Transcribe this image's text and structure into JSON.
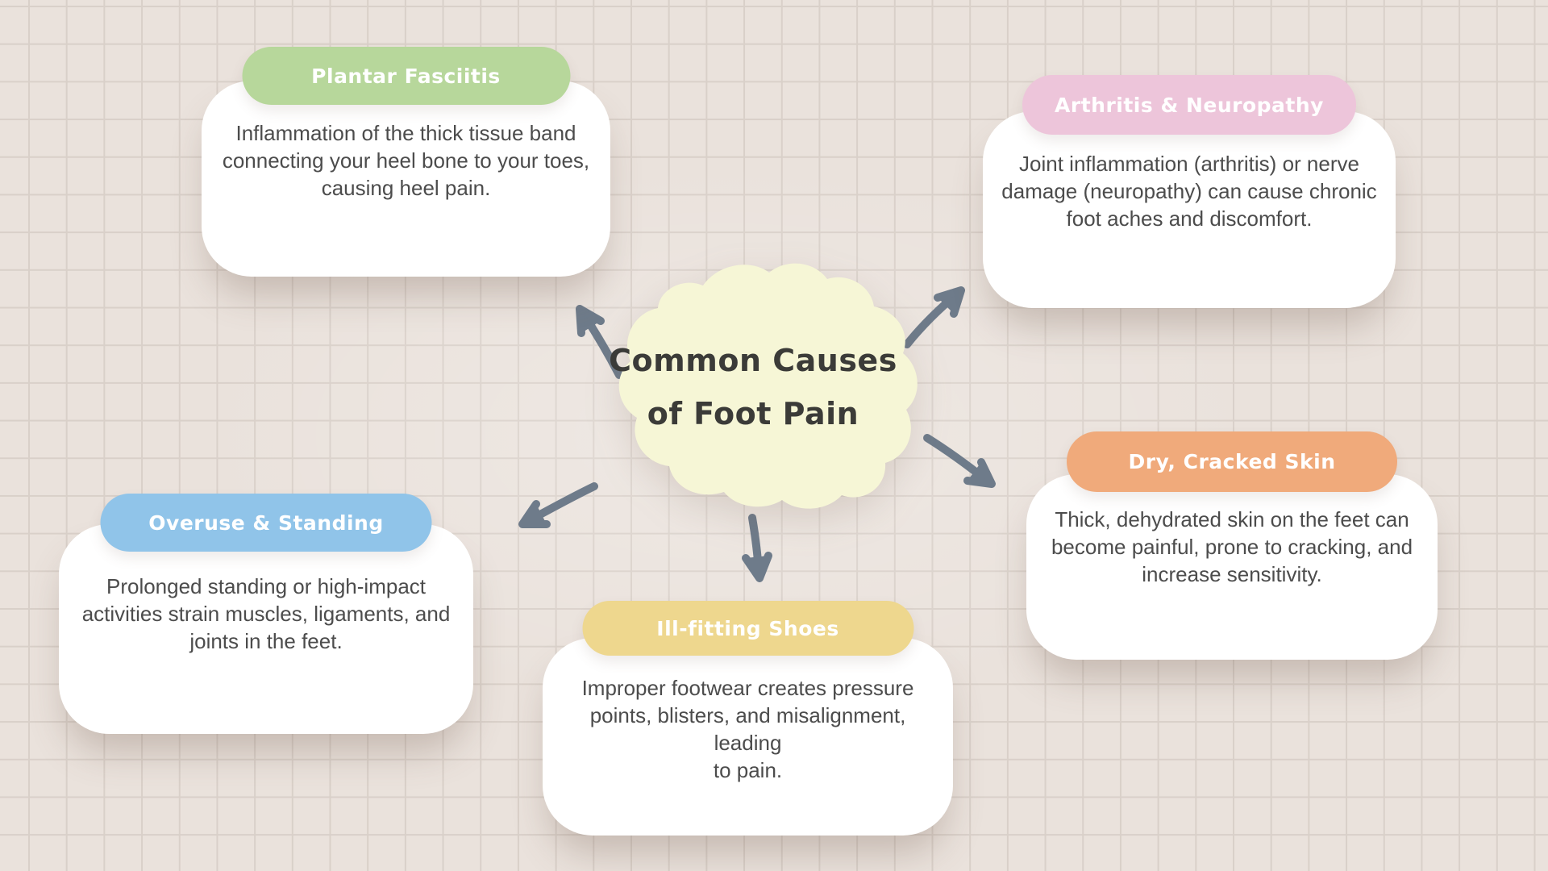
{
  "colors": {
    "background": "#eae2dc",
    "grid_line": "#d9d0c9",
    "card": "#ffffff",
    "center_blob": "#f6f6d6",
    "title_text": "#3b3b38",
    "body_text": "#4c4c4c",
    "pill_text": "#ffffff",
    "arrow": "#6e7b8a"
  },
  "center": {
    "title": "Common Causes\nof Foot Pain"
  },
  "nodes": [
    {
      "label": "Plantar Fasciitis",
      "color": "#b7d79b",
      "body": "Inflammation of the thick tissue band\nconnecting your heel bone to your toes,\ncausing heel pain."
    },
    {
      "label": "Arthritis & Neuropathy",
      "color": "#edc5da",
      "body": "Joint inflammation (arthritis) or nerve\ndamage (neuropathy) can cause chronic\nfoot aches and discomfort."
    },
    {
      "label": "Overuse & Standing",
      "color": "#90c4e9",
      "body": "Prolonged standing or high-impact\nactivities strain muscles, ligaments, and\njoints in the feet."
    },
    {
      "label": "Ill-fitting Shoes",
      "color": "#eed78e",
      "body": "Improper footwear creates pressure\npoints, blisters, and misalignment, leading\nto pain."
    },
    {
      "label": "Dry, Cracked Skin",
      "color": "#f0aa7b",
      "body": "Thick, dehydrated skin on the feet can\nbecome painful, prone to cracking, and\nincrease sensitivity."
    }
  ]
}
